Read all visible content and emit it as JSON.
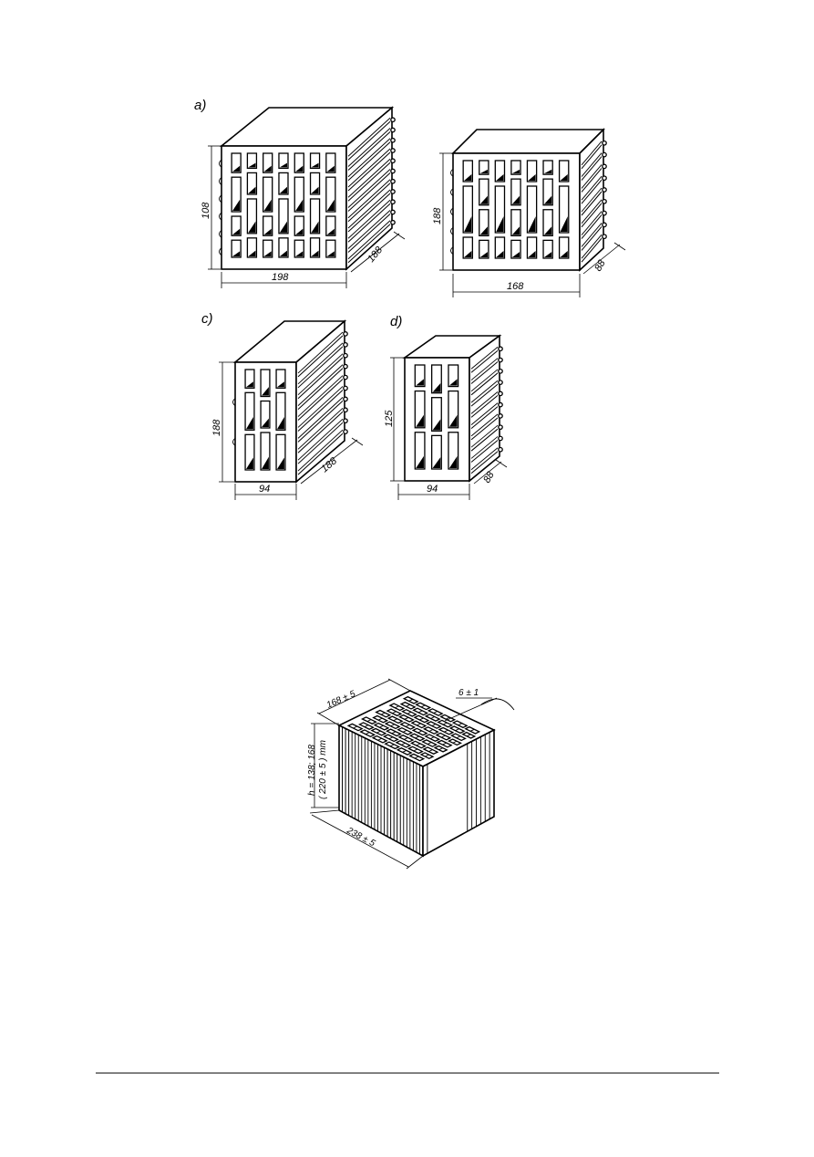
{
  "figure_top": {
    "panels": [
      {
        "key": "a",
        "label": "a)",
        "height": "108",
        "width": "198",
        "depth": "188"
      },
      {
        "key": "b",
        "height": "188",
        "width": "168",
        "depth": "88"
      },
      {
        "key": "c",
        "label": "c)",
        "height": "188",
        "width": "94",
        "depth": "188"
      },
      {
        "key": "d",
        "label": "d)",
        "height": "125",
        "width": "94",
        "depth": "88"
      }
    ]
  },
  "figure_bottom": {
    "dim_top": "168 ± 5",
    "dim_joint": "6 ± 1",
    "dim_height_1": "h = 138; 168",
    "dim_height_2": "( 220 ± 5 ) mm",
    "dim_length": "238 ± 5"
  }
}
